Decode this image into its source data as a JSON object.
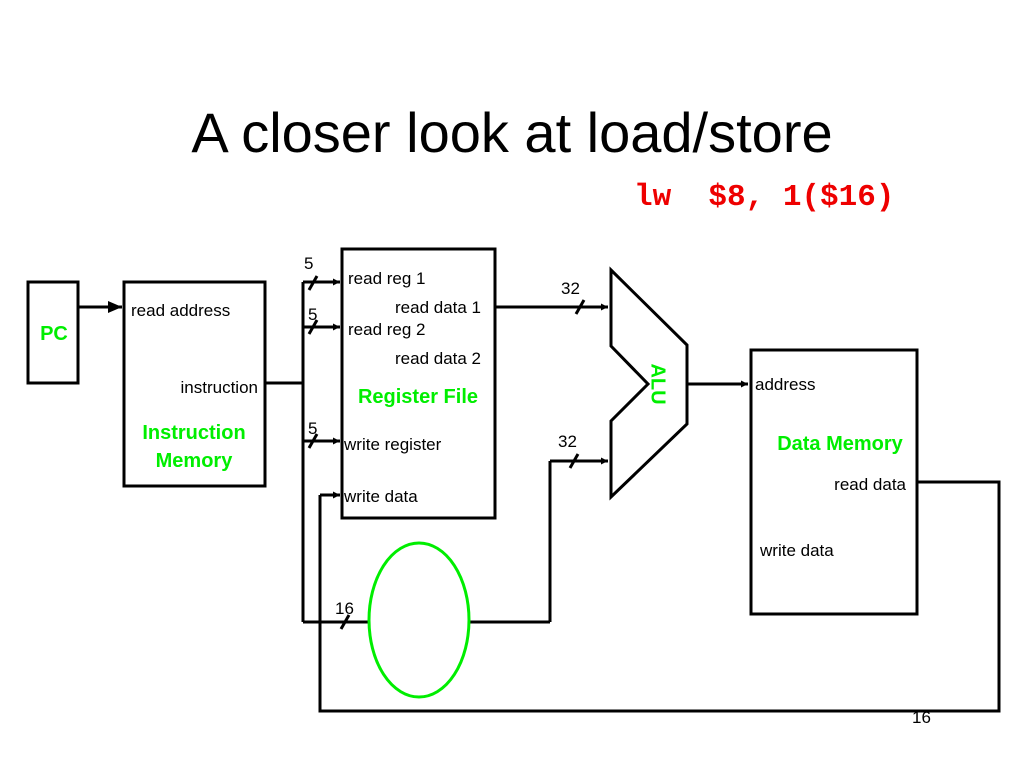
{
  "title": "A closer look at load/store",
  "instruction": "lw  $8, 1($16)",
  "page_number": "16",
  "colors": {
    "highlight": "#00ee00",
    "instruction": "#ee0000",
    "line": "#000000"
  },
  "pc": {
    "label": "PC"
  },
  "instruction_memory": {
    "name_line1": "Instruction",
    "name_line2": "Memory",
    "read_address": "read address",
    "instruction": "instruction"
  },
  "register_file": {
    "name": "Register File",
    "read_reg_1": "read reg 1",
    "read_reg_2": "read reg 2",
    "read_data_1": "read data 1",
    "read_data_2": "read data 2",
    "write_register": "write register",
    "write_data": "write data"
  },
  "alu": {
    "label": "ALU"
  },
  "data_memory": {
    "name": "Data Memory",
    "address": "address",
    "read_data": "read data",
    "write_data": "write data"
  },
  "bus_widths": {
    "read_reg_1": "5",
    "read_reg_2": "5",
    "write_register": "5",
    "alu_input_a": "32",
    "alu_input_b": "32",
    "immediate": "16"
  }
}
